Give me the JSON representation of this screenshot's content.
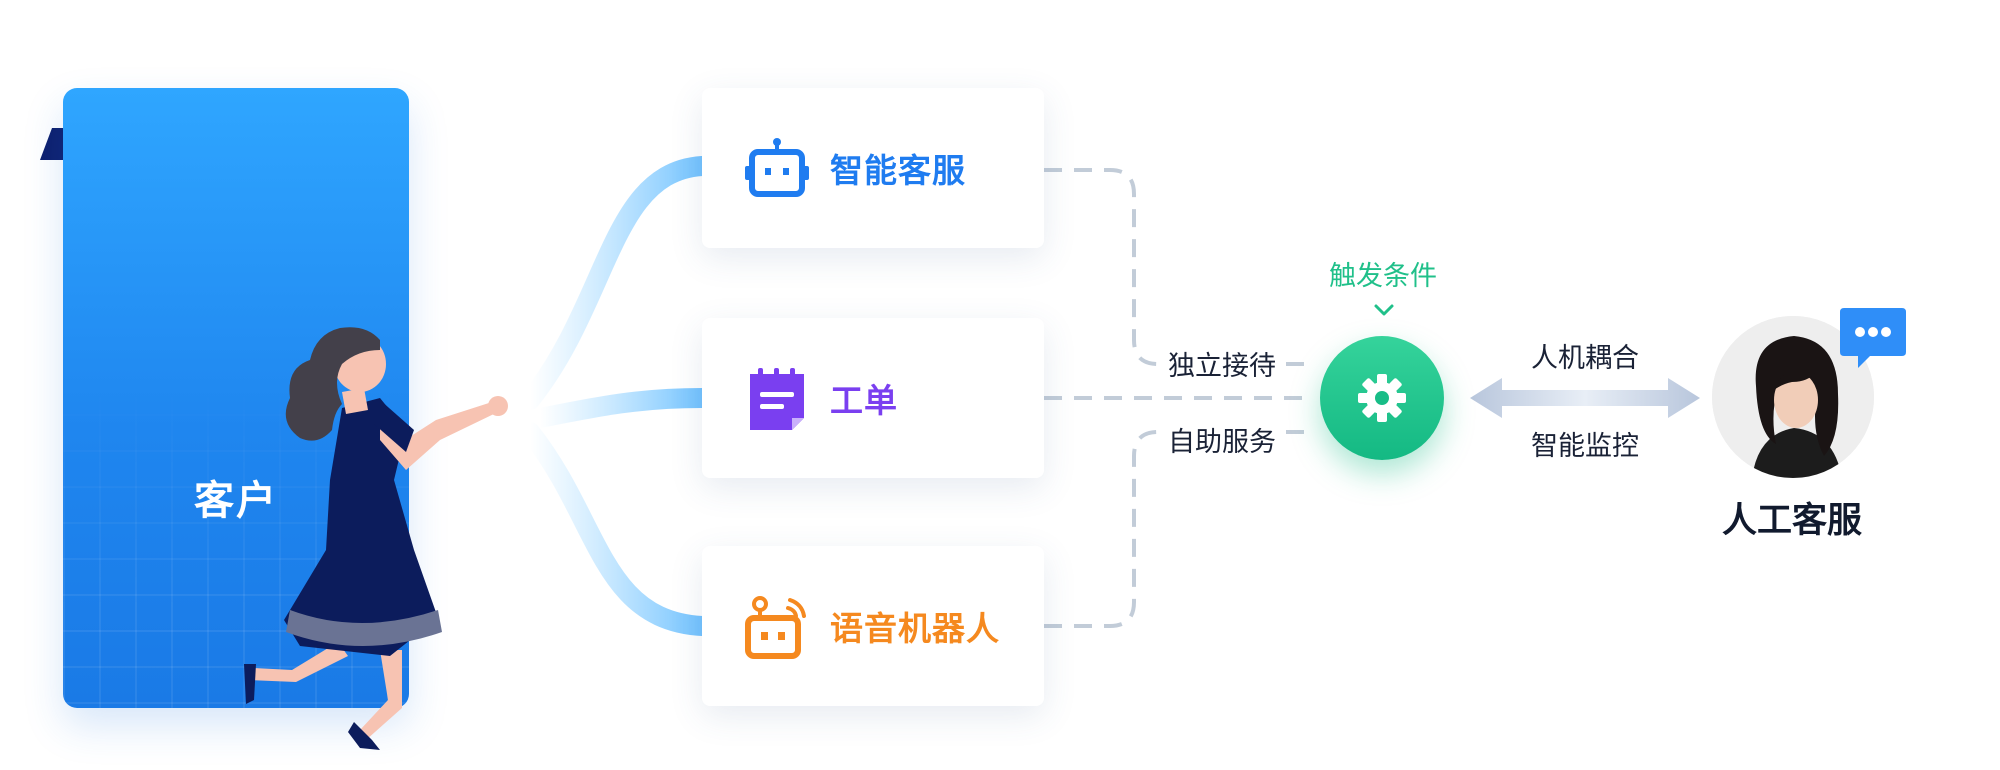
{
  "customer": {
    "label": "客户"
  },
  "cards": [
    {
      "id": "smart-service",
      "label": "智能客服",
      "color": "#1f7cf0",
      "icon": "robot-icon"
    },
    {
      "id": "ticket",
      "label": "工单",
      "color": "#7a3ff0",
      "icon": "ticket-icon"
    },
    {
      "id": "voice-robot",
      "label": "语音机器人",
      "color": "#f5891f",
      "icon": "voice-robot-icon"
    }
  ],
  "flow": {
    "independent_label": "独立接待",
    "self_service_label": "自助服务",
    "trigger_label": "触发条件",
    "collab_label": "人机耦合",
    "monitor_label": "智能监控"
  },
  "human": {
    "label": "人工客服"
  },
  "colors": {
    "accent_blue": "#1f86ef",
    "accent_green": "#20c08a",
    "dash_gray": "#c2ccd8",
    "arrow_gray": "#b8c6dc"
  }
}
